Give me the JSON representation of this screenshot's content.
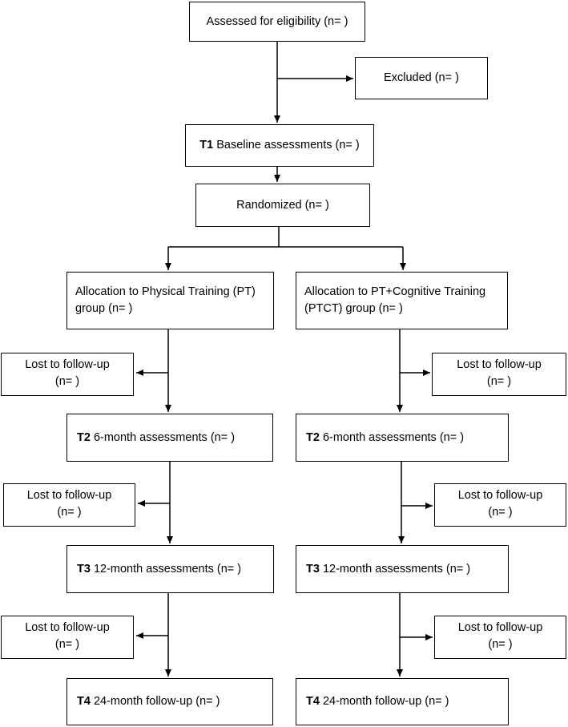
{
  "eligibility": "Assessed for eligibility (n=  )",
  "excluded": "Excluded (n=  )",
  "baseline": {
    "tag": "T1",
    "text": " Baseline assessments (n=  )"
  },
  "randomized": "Randomized (n=  )",
  "left": {
    "allocation": "Allocation to Physical Training (PT) group (n=  )",
    "lost1": [
      "Lost to follow-up",
      "(n=  )"
    ],
    "t2": {
      "tag": "T2",
      "text": " 6-month assessments (n=  )"
    },
    "lost2": [
      "Lost to follow-up",
      "(n=  )"
    ],
    "t3": {
      "tag": "T3",
      "text": " 12-month assessments (n=  )"
    },
    "lost3": [
      "Lost to follow-up",
      "(n=  )"
    ],
    "t4": {
      "tag": "T4",
      "text": " 24-month follow-up (n=  )"
    }
  },
  "right": {
    "allocation": "Allocation to PT+Cognitive Training (PTCT) group (n=  )",
    "lost1": [
      "Lost to follow-up",
      "(n=  )"
    ],
    "t2": {
      "tag": "T2",
      "text": " 6-month assessments (n=  )"
    },
    "lost2": [
      "Lost to follow-up",
      "(n=  )"
    ],
    "t3": {
      "tag": "T3",
      "text": " 12-month assessments (n=  )"
    },
    "lost3": [
      "Lost to follow-up",
      "(n=  )"
    ],
    "t4": {
      "tag": "T4",
      "text": " 24-month follow-up (n=  )"
    }
  }
}
